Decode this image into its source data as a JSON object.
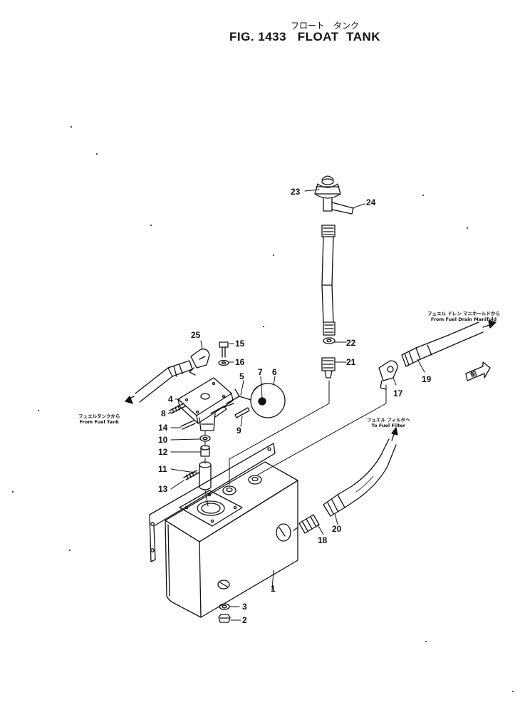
{
  "figure": {
    "title_jp": "フロート　タンク",
    "title_en": "FIG. 1433   FLOAT  TANK"
  },
  "notes": {
    "from_fuel_tank_jp": "フュエルタンクから",
    "from_fuel_tank_en": "From Fuel Tank",
    "from_drain_manifold_jp": "フュエル ドレン マニホールドから",
    "from_drain_manifold_en": "From Fuel Drain Manifold",
    "to_fuel_filter_jp": "フュエル フィルタヘ",
    "to_fuel_filter_en": "To Fuel Filter"
  },
  "parts": {
    "p1": "1",
    "p2": "2",
    "p3": "3",
    "p4": "4",
    "p5": "5",
    "p6": "6",
    "p7": "7",
    "p8": "8",
    "p9": "9",
    "p10": "10",
    "p11": "11",
    "p12": "12",
    "p13": "13",
    "p14": "14",
    "p15": "15",
    "p16": "16",
    "p17": "17",
    "p18": "18",
    "p19": "19",
    "p20": "20",
    "p21": "21",
    "p22": "22",
    "p23": "23",
    "p24": "24",
    "p25": "25"
  },
  "front_marker": "前"
}
